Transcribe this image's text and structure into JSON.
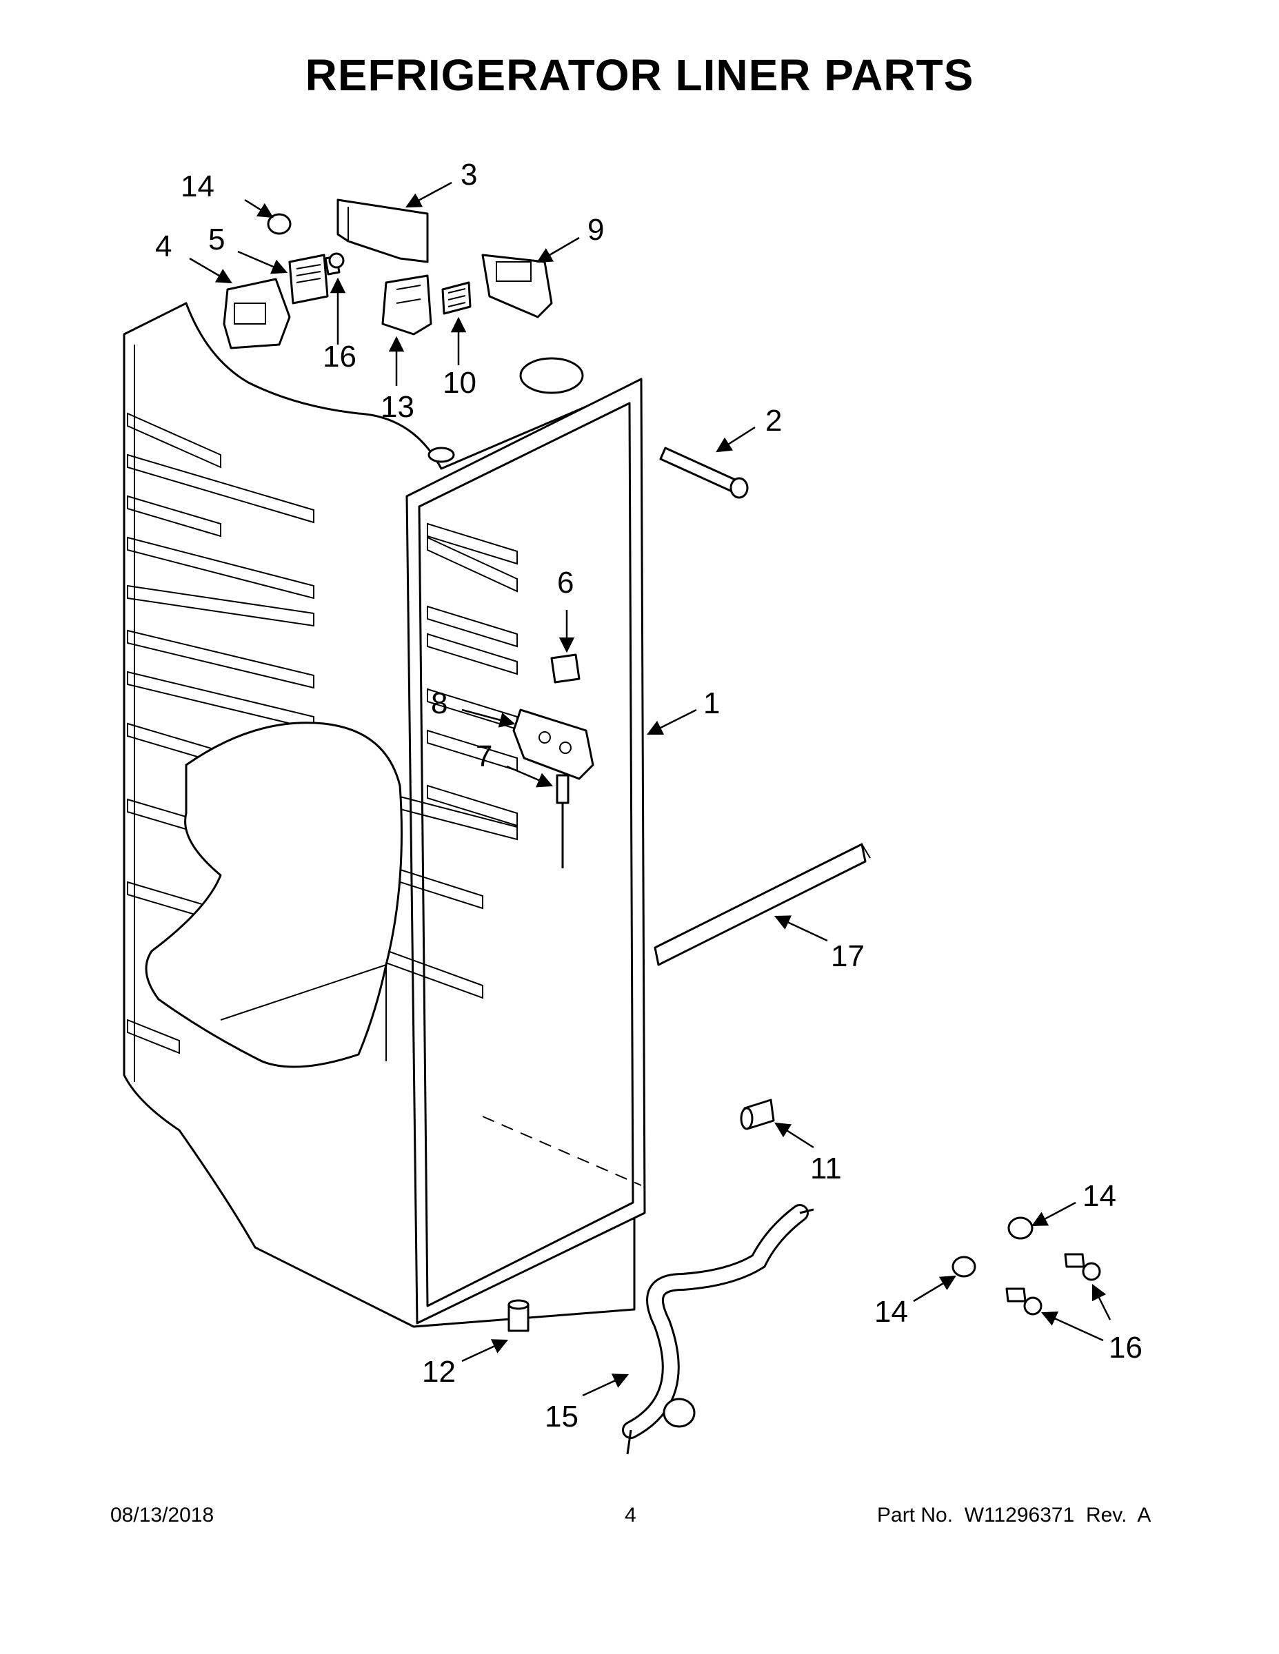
{
  "title": "REFRIGERATOR LINER PARTS",
  "callouts": [
    "1",
    "2",
    "3",
    "4",
    "5",
    "6",
    "7",
    "8",
    "9",
    "10",
    "11",
    "12",
    "13",
    "14",
    "14",
    "14",
    "15",
    "16",
    "16",
    "17"
  ],
  "footer": {
    "date": "08/13/2018",
    "page": "4",
    "part": "Part No.  W11296371  Rev.  A"
  }
}
